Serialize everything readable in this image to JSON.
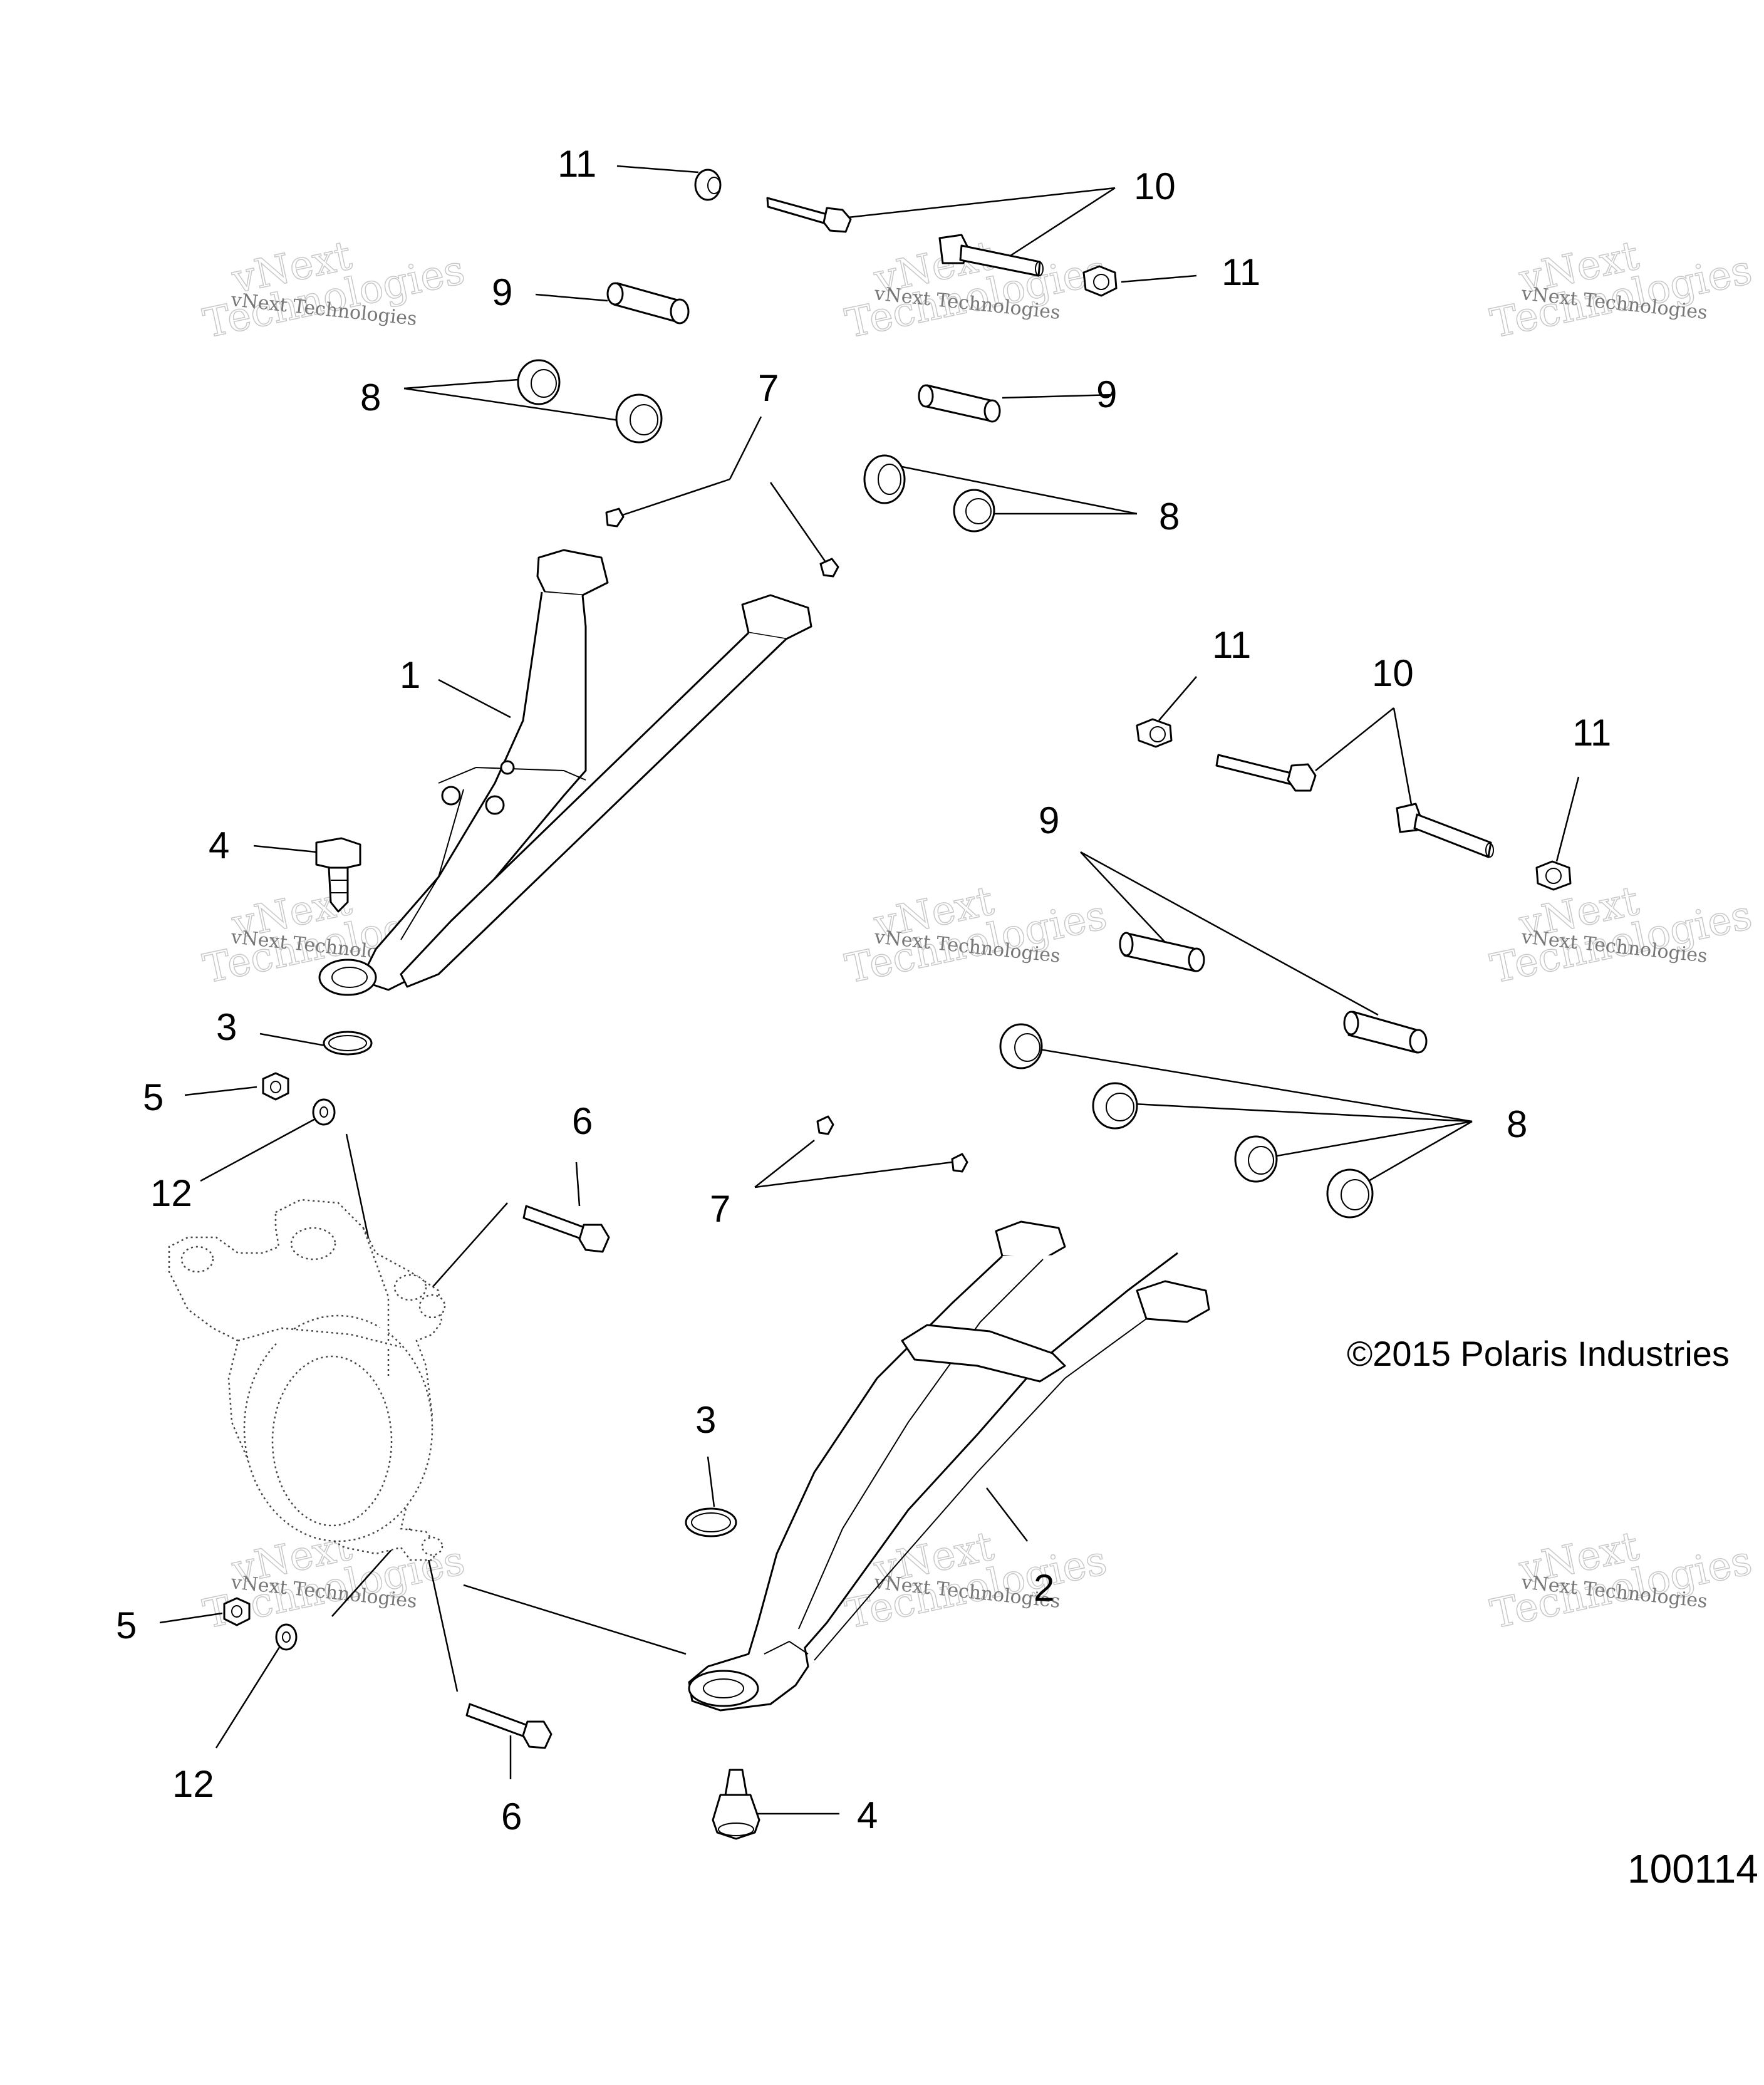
{
  "callouts": {
    "c11a": "11",
    "c10a": "10",
    "c11b": "11",
    "c9a": "9",
    "c8a": "8",
    "c7a": "7",
    "c9b": "9",
    "c8b": "8",
    "c1": "1",
    "c11c": "11",
    "c10b": "10",
    "c11d": "11",
    "c4a": "4",
    "c9c": "9",
    "c3a": "3",
    "c5a": "5",
    "c12a": "12",
    "c8c": "8",
    "c6a": "6",
    "c7b": "7",
    "c3b": "3",
    "c2": "2",
    "c5b": "5",
    "c12b": "12",
    "c6b": "6",
    "c4b": "4"
  },
  "watermark": {
    "line1": "vNext Technologies",
    "line2": "vNext",
    "line3": "Technologies"
  },
  "copyright": "©2015 Polaris Industries",
  "figure_number": "100114"
}
